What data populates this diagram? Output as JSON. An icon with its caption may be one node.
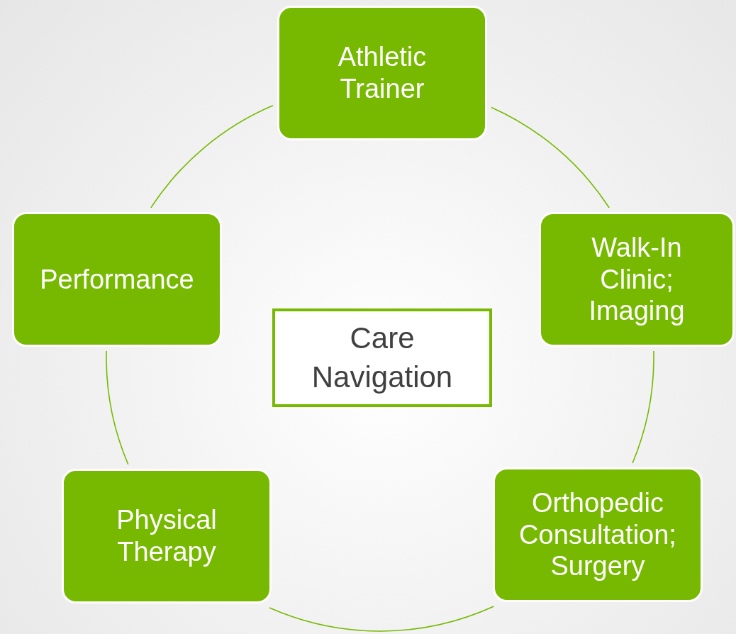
{
  "diagram": {
    "nodes": [
      {
        "text": [
          "Athletic Trainer"
        ]
      },
      {
        "text": [
          "Walk-In Clinic; Imaging"
        ]
      },
      {
        "text": [
          "Orthopedic Consultation; Surgery"
        ]
      },
      {
        "text": [
          "Physical Therapy"
        ]
      },
      {
        "text": [
          "Performance"
        ]
      },
      {
        "text": [
          "Care Navigation"
        ]
      }
    ],
    "edges": [
      {
        "from": 0,
        "to": 1,
        "arrow": "none"
      },
      {
        "from": 1,
        "to": 2,
        "arrow": "none"
      },
      {
        "from": 2,
        "to": 3,
        "arrow": "none"
      },
      {
        "from": 3,
        "to": 4,
        "arrow": "none"
      },
      {
        "from": 4,
        "to": 0,
        "arrow": "none"
      }
    ]
  }
}
